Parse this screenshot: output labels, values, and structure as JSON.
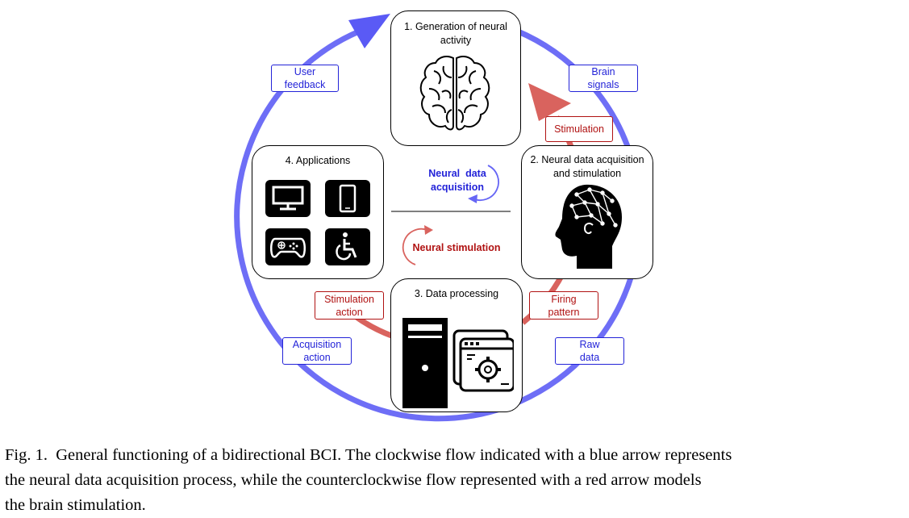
{
  "boxes": {
    "generation": {
      "title_line1": "1. Generation of neural",
      "title_line2": "activity",
      "icon": "brain-icon"
    },
    "acquisition": {
      "title_line1": "2. Neural data acquisition",
      "title_line2": "and stimulation",
      "icon": "head-eeg-icon"
    },
    "processing": {
      "title": "3. Data processing",
      "icon": "computer-processing-icon"
    },
    "applications": {
      "title": "4. Applications",
      "icons": [
        "monitor-icon",
        "phone-icon",
        "gamepad-icon",
        "wheelchair-icon"
      ]
    }
  },
  "tags": {
    "brain_signals": {
      "line1": "Brain",
      "line2": "signals"
    },
    "stimulation": {
      "line1": "Stimulation"
    },
    "firing_pattern": {
      "line1": "Firing",
      "line2": "pattern"
    },
    "raw_data": {
      "line1": "Raw",
      "line2": "data"
    },
    "stimulation_action": {
      "line1": "Stimulation",
      "line2": "action"
    },
    "acquisition_action": {
      "line1": "Acquisition",
      "line2": "action"
    },
    "user_feedback": {
      "line1": "User",
      "line2": "feedback"
    }
  },
  "center": {
    "acquisition_line1": "Neural  data",
    "acquisition_line2": "acquisition",
    "stimulation": "Neural stimulation"
  },
  "caption": {
    "line1": "Fig. 1.  General functioning of a bidirectional BCI. The clockwise flow indicated with a blue arrow represents",
    "line2": "the neural data acquisition process, while the counterclockwise flow represented with a red arrow models",
    "line3": "the brain stimulation."
  },
  "colors": {
    "blue_flow": "#6666f5",
    "red_flow": "#d9635e",
    "blue_text": "#2323d8",
    "red_text": "#b01212"
  }
}
